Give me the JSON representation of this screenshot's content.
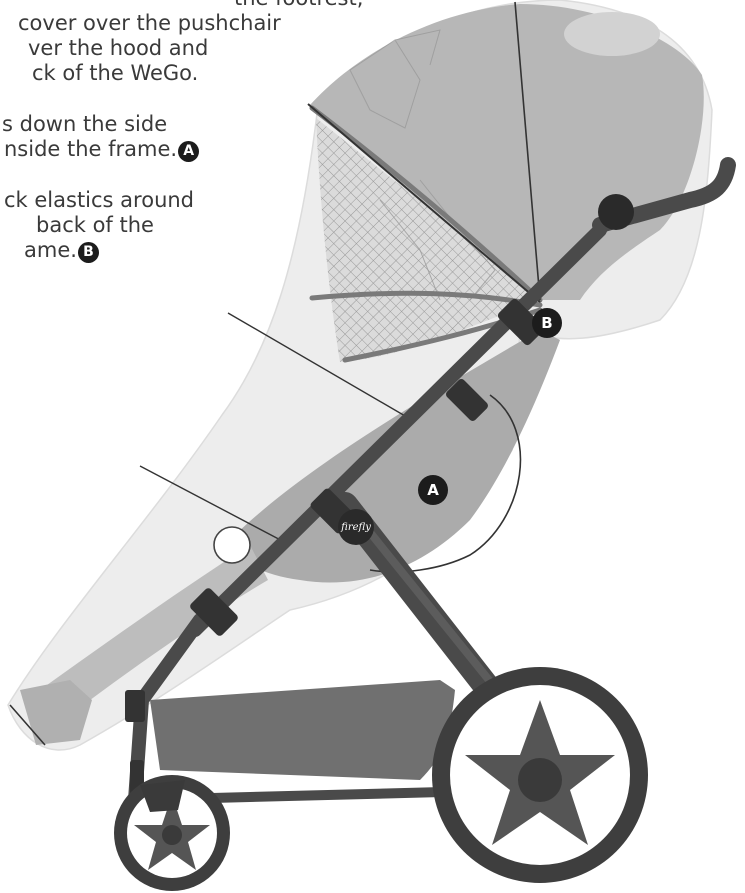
{
  "instructions": {
    "step1": {
      "lines": [
        "the footrest,",
        "cover over the pushchair",
        "ver the hood and",
        "ck of the WeGo."
      ]
    },
    "step2": {
      "lines": [
        "s down the side",
        "nside the frame."
      ],
      "marker": "A"
    },
    "step3": {
      "lines": [
        "ck elastics around",
        "back of the",
        "ame."
      ],
      "marker": "B"
    }
  },
  "diagram": {
    "callout_a": "A",
    "callout_b": "B",
    "brand_logo_text": "firefly",
    "colors": {
      "frame": "#4a4a4a",
      "cover": "#e6e6e6",
      "seat": "#a8a8a8",
      "hood": "#b4b4b4",
      "basket": "#6a6a6a",
      "tyre": "#3e3e3e"
    }
  }
}
